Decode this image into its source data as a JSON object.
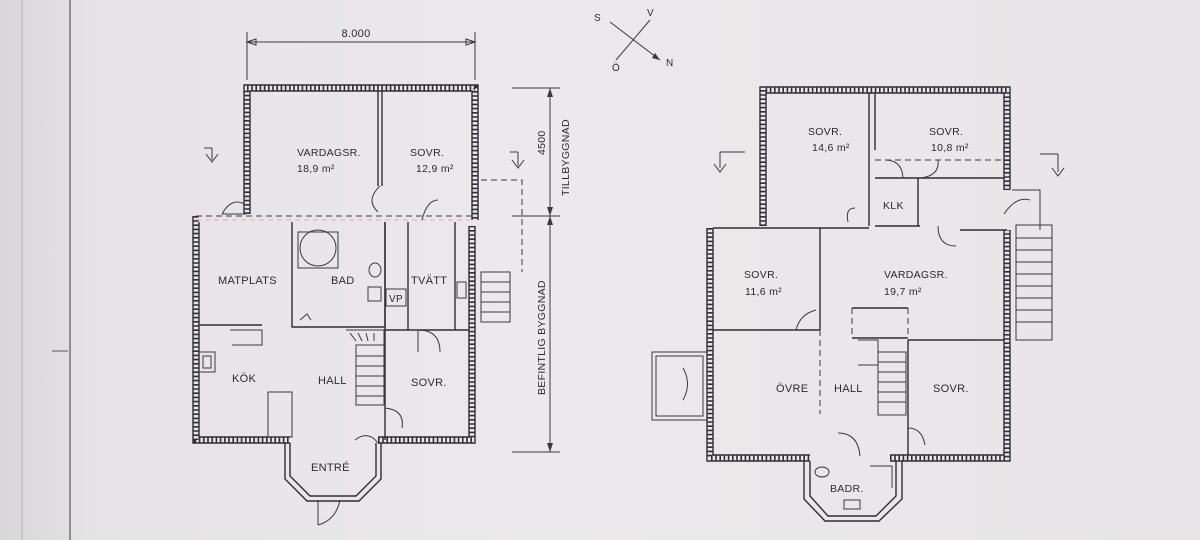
{
  "drawing": {
    "ground_floor": {
      "dimension_width": "8.000",
      "rooms": {
        "vardagsrum": {
          "name": "VARDAGSR.",
          "area": "18,9 m²"
        },
        "sovrum_top": {
          "name": "SOVR.",
          "area": "12,9 m²"
        },
        "matplats": "MATPLATS",
        "bad": "BAD",
        "tvatt": "TVÄTT",
        "vp": "VP",
        "kok": "KÖK",
        "hall": "HALL",
        "sovrum_bottom": "SOVR.",
        "entre": "ENTRÉ"
      }
    },
    "elevation_dims": {
      "dimension_depth": "4500",
      "tillbyggnad": "TILLBYGGNAD",
      "befintlig": "BEFINTLIG  BYGGNAD"
    },
    "compass": {
      "s": "S",
      "v": "V",
      "o": "Ö",
      "n": "N"
    },
    "upper_floor": {
      "rooms": {
        "sovr_a": {
          "name": "SOVR.",
          "area": "14,6 m²"
        },
        "sovr_b": {
          "name": "SOVR.",
          "area": "10,8 m²"
        },
        "klk": "KLK",
        "sovr_c": {
          "name": "SOVR.",
          "area": "11,6 m²"
        },
        "vardagsrum": {
          "name": "VARDAGSR.",
          "area": "19,7 m²"
        },
        "ovre": "ÖVRE",
        "hall": "HALL",
        "sovr_d": "SOVR.",
        "badr": "BADR."
      }
    }
  }
}
